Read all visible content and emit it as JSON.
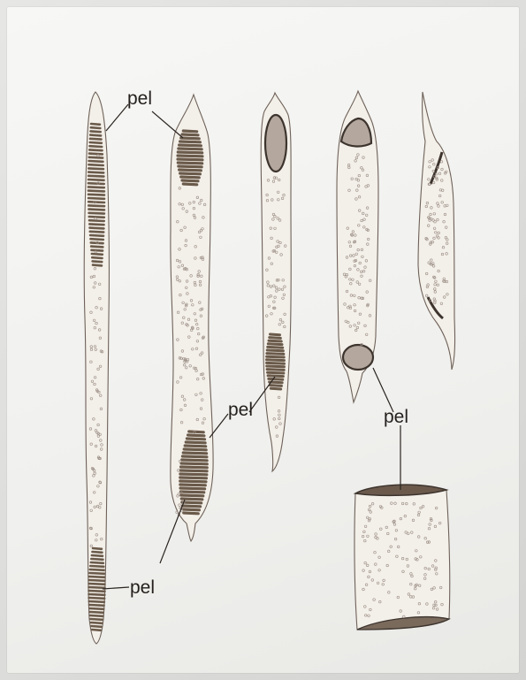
{
  "figure": {
    "labels": {
      "pel_1": "pel",
      "pel_2": "pel",
      "pel_3": "pel",
      "pel_4": "pel"
    }
  },
  "colors": {
    "paper": "#f2f1ee",
    "cell_fill": "#f3efe9",
    "outline": "#6e6259",
    "pellicle": "#6a5a4a",
    "dots": "#9a8e85",
    "text": "#231f1c"
  }
}
